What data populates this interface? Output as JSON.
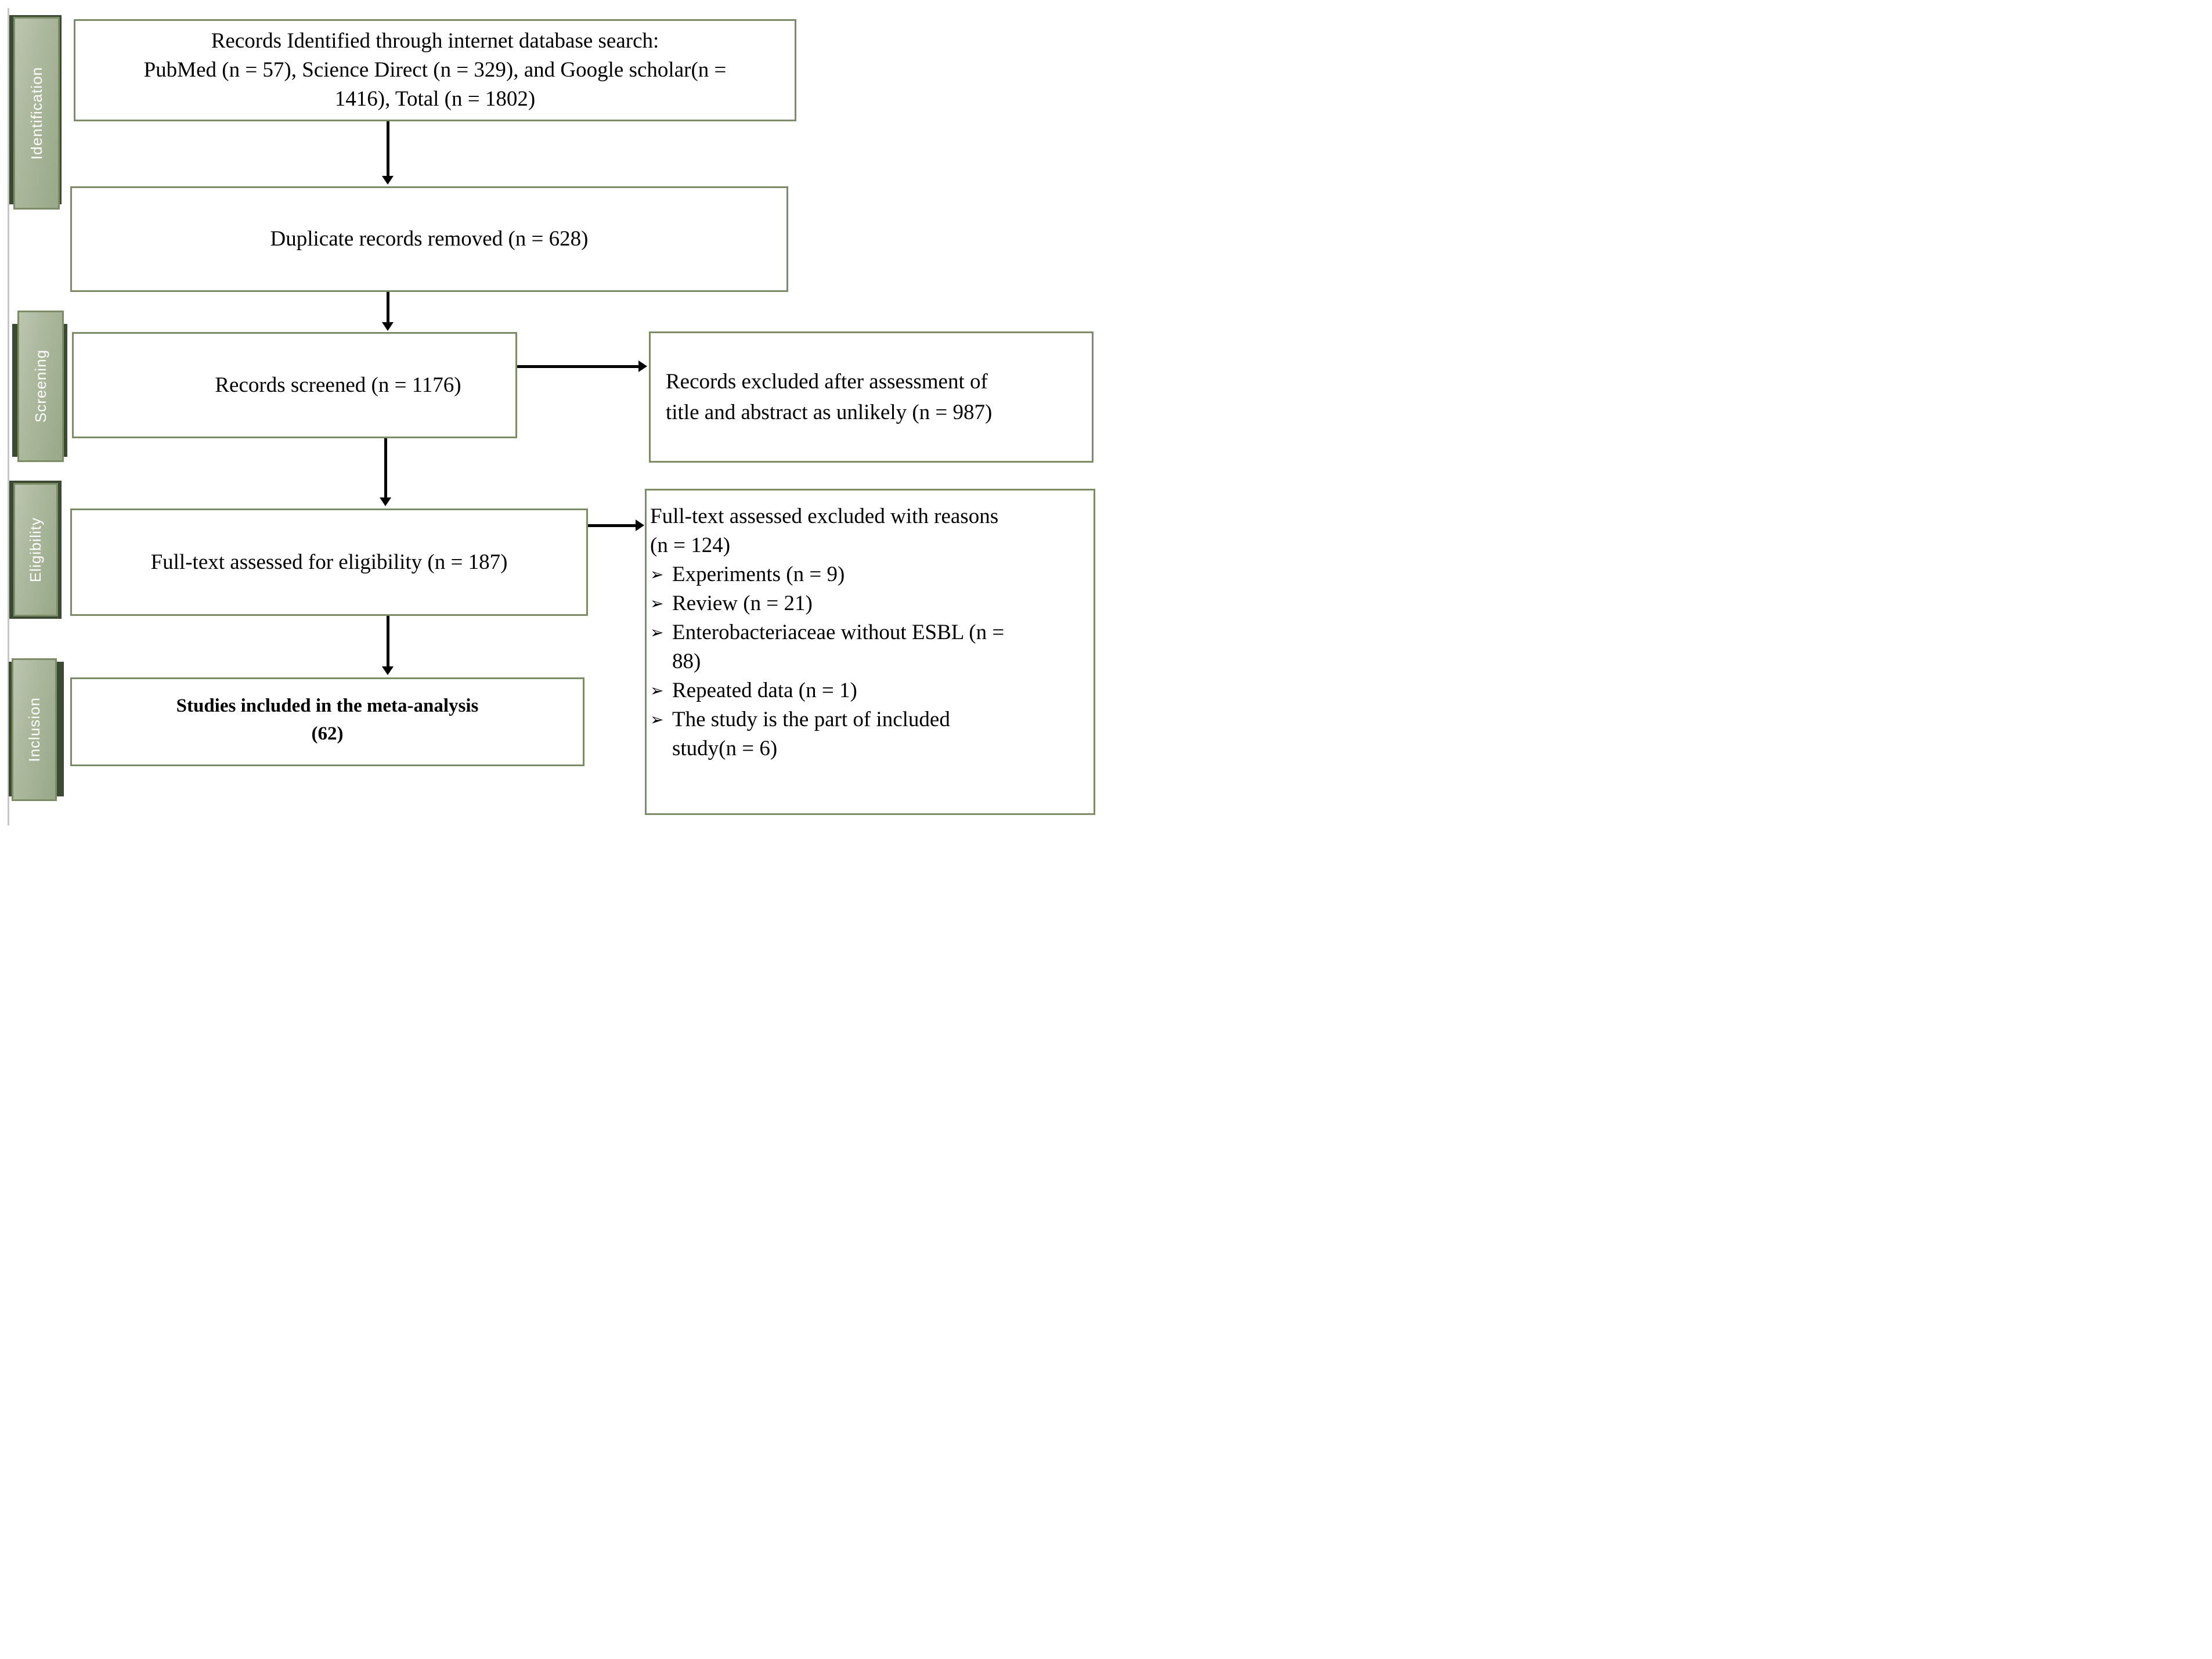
{
  "palette": {
    "box_border": "#7b8c67",
    "stage_shadow": "#3c4a31",
    "stage_fill_light": "#bcc6b0",
    "stage_fill_dark": "#99a889",
    "stage_text": "#ffffff",
    "arrow": "#000000",
    "text": "#000000"
  },
  "sidebar": {
    "labels": [
      {
        "text": "Identification"
      },
      {
        "text": "Screening"
      },
      {
        "text": "Eligibility"
      },
      {
        "text": "Inclusion"
      }
    ]
  },
  "flow": {
    "identification_box": {
      "lines": [
        "Records Identified  through internet database search:",
        "PubMed (n = 57),  Science Direct (n = 329), and Google scholar(n =",
        "1416), Total (n = 1802)"
      ]
    },
    "duplicates_box": {
      "label": "Duplicate records removed (n = 628)"
    },
    "screened_box": {
      "label": "Records screened (n = 1176)"
    },
    "screening_excluded_box": {
      "lines": [
        "Records excluded  after assessment of",
        "title and abstract as unlikely (n = 987)"
      ]
    },
    "fulltext_box": {
      "label": "Full-text assessed for eligibility (n = 187)"
    },
    "fulltext_excluded_box": {
      "bullet_glyph": "➢",
      "header_lines": [
        "Full-text assessed excluded with reasons",
        "(n = 124)"
      ],
      "items": [
        {
          "lines": [
            "Experiments (n = 9)"
          ]
        },
        {
          "lines": [
            "Review (n = 21)"
          ]
        },
        {
          "lines": [
            "Enterobacteriaceae without ESBL (n =",
            "88)"
          ]
        },
        {
          "lines": [
            "Repeated data (n = 1)"
          ]
        },
        {
          "lines": [
            "The study is the part of included",
            "study(n = 6)"
          ]
        }
      ]
    },
    "included_box": {
      "lines": [
        "Studies included in the meta-analysis",
        "(62)"
      ]
    }
  }
}
